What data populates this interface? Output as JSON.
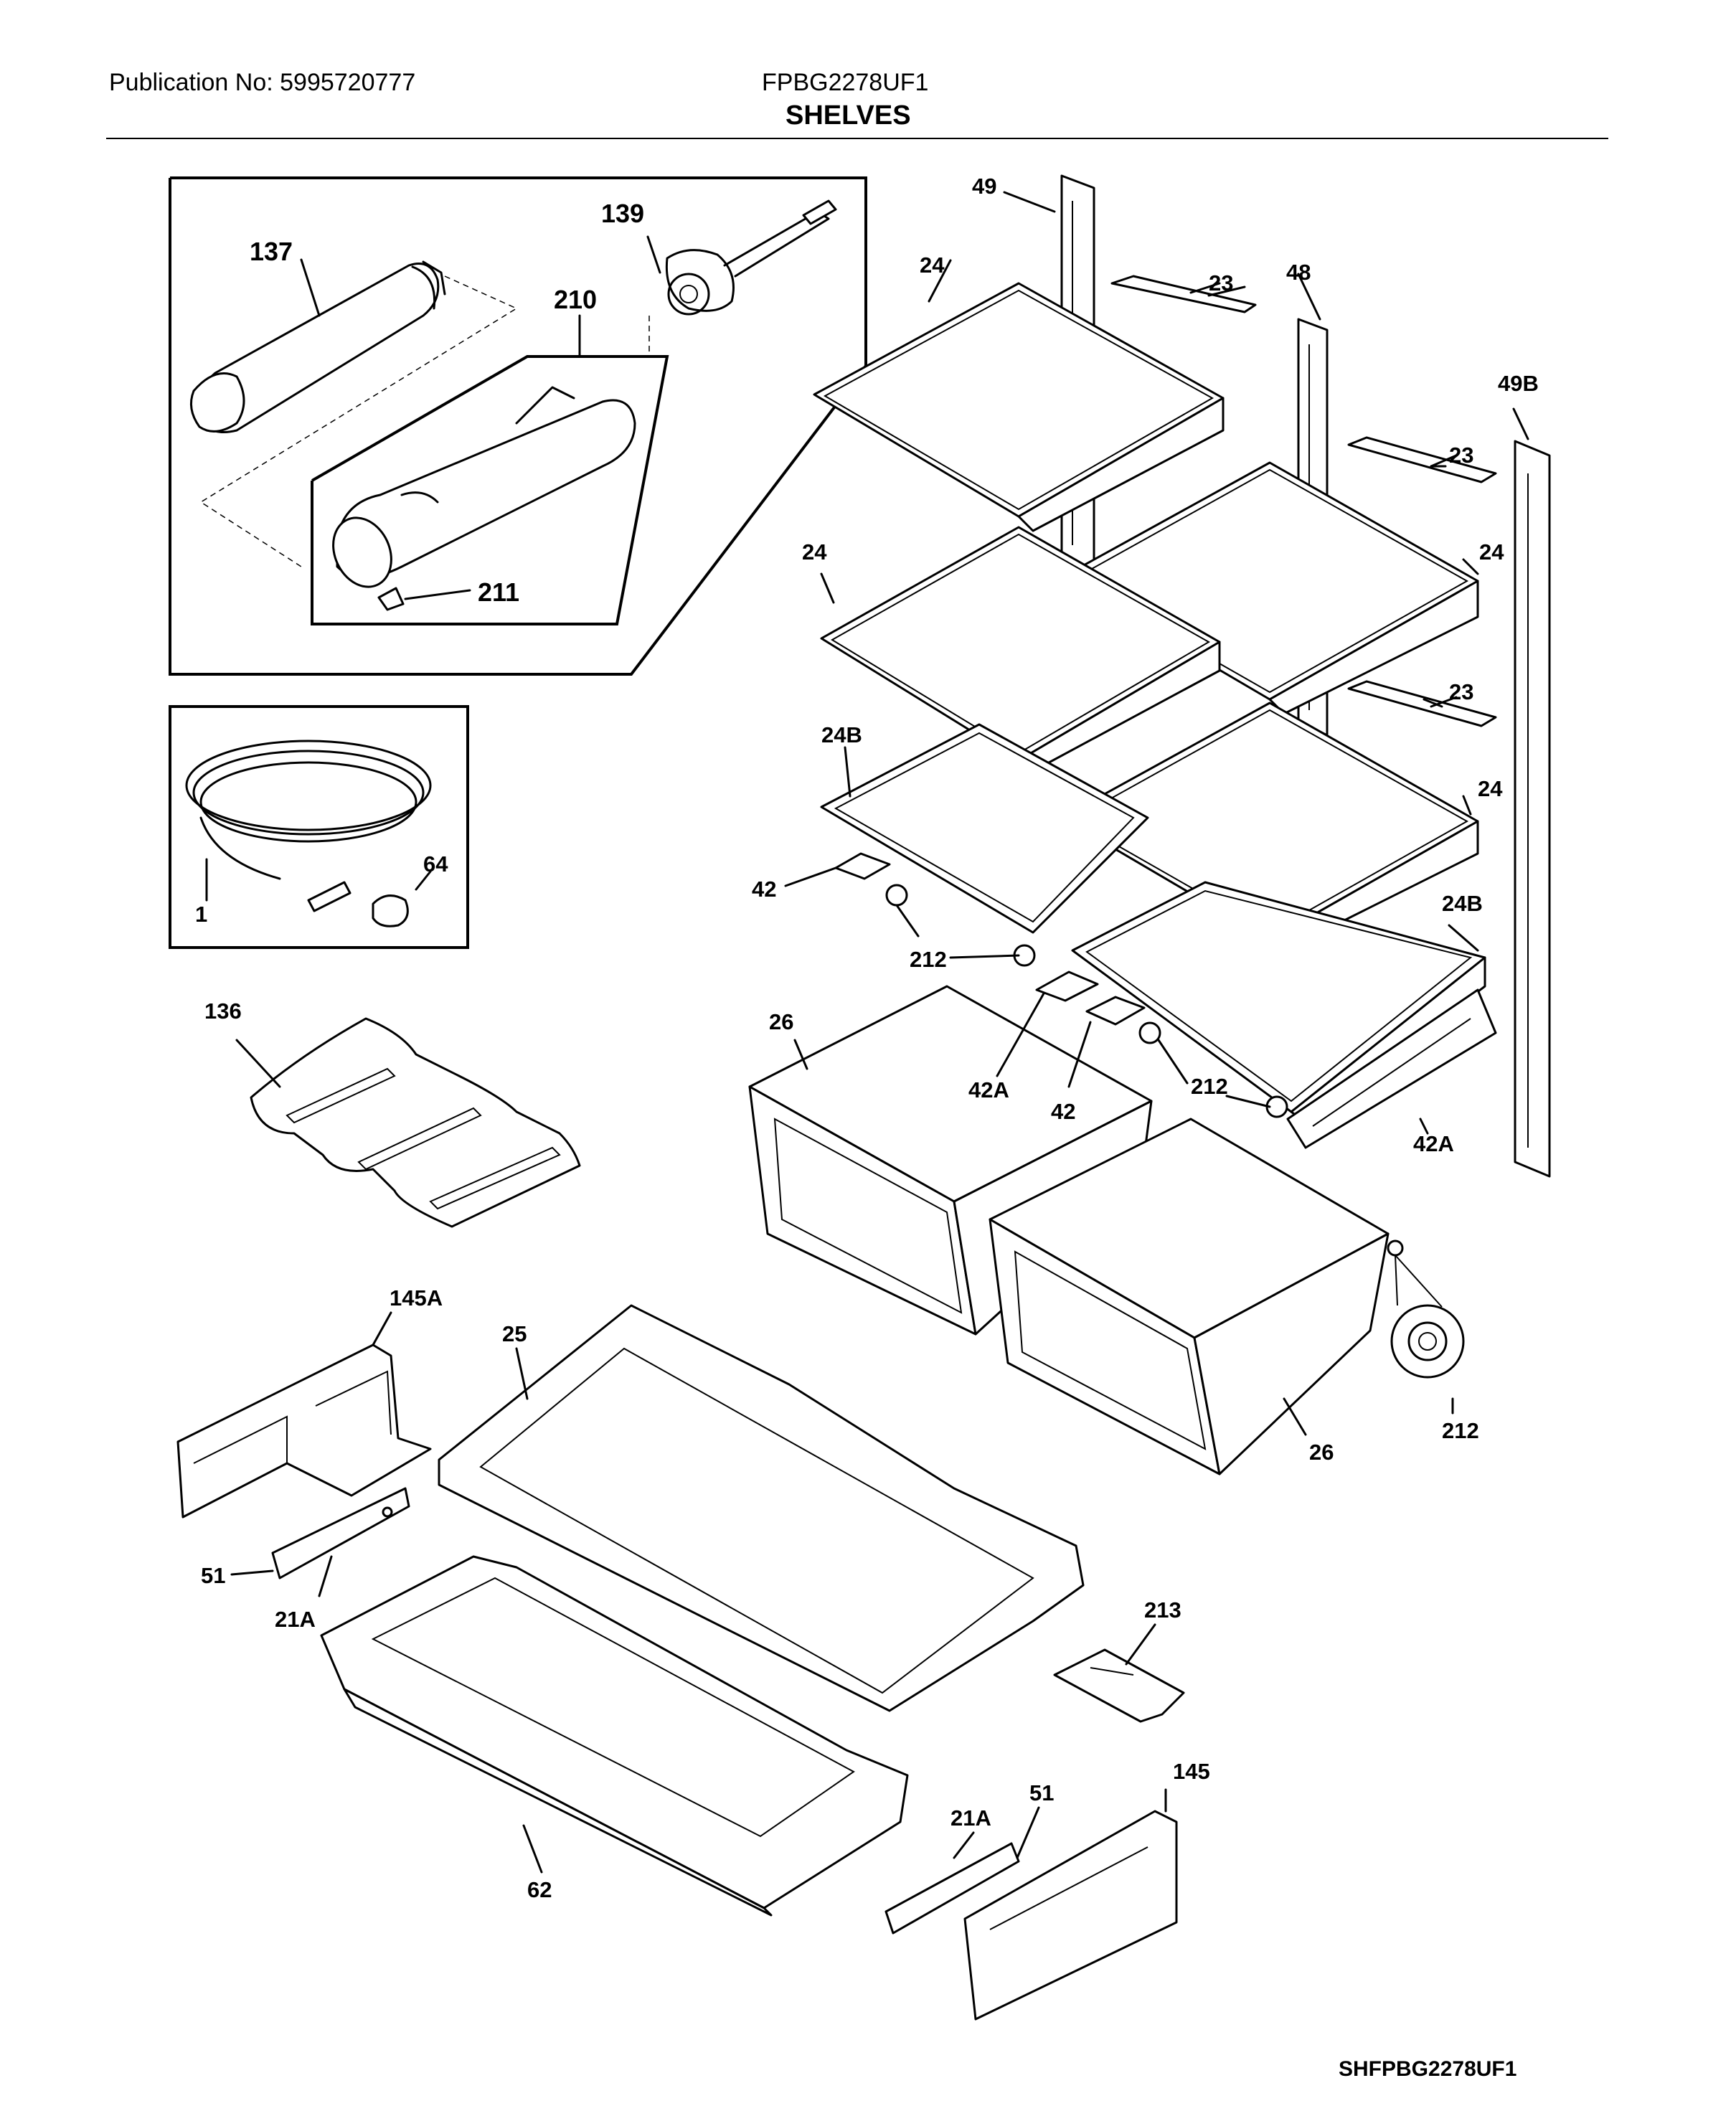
{
  "header": {
    "publication": "Publication No: 5995720777",
    "model": "FPBG2278UF1",
    "title": "SHELVES"
  },
  "footer": {
    "diagram_code": "SHFPBG2278UF1"
  },
  "callouts": {
    "c137": "137",
    "c139": "139",
    "c210": "210",
    "c211": "211",
    "c1": "1",
    "c64": "64",
    "c136": "136",
    "c49": "49",
    "c24a": "24",
    "c23a": "23",
    "c48": "48",
    "c49B": "49B",
    "c23b": "23",
    "c24b": "24",
    "c24c": "24",
    "c23c": "23",
    "c24Ba": "24B",
    "c24d": "24",
    "c42a": "42",
    "c24Bb": "24B",
    "c212a": "212",
    "c26a": "26",
    "c42Aa": "42A",
    "c42b": "42",
    "c212b": "212",
    "c42Ab": "42A",
    "c145A": "145A",
    "c25": "25",
    "c212c": "212",
    "c26b": "26",
    "c51a": "51",
    "c21Aa": "21A",
    "c213": "213",
    "c21Ab": "21A",
    "c51b": "51",
    "c145": "145",
    "c62": "62"
  }
}
